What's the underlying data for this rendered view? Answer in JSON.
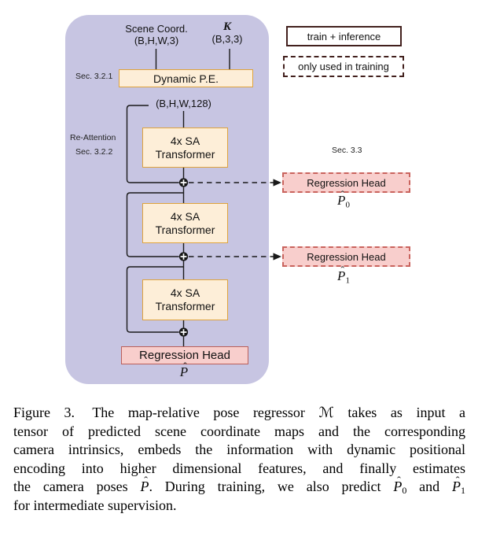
{
  "colors": {
    "panel_bg": "#c7c5e2",
    "stage_fill": "#fdeed8",
    "stage_border": "#dfa33c",
    "head_fill": "#f8cecc",
    "head_border_dashed": "#c9635d",
    "head_border_solid": "#bc5f5a",
    "legend_border": "#42201d",
    "wire": "#1a1a1a"
  },
  "legend": {
    "train_inference": "train + inference",
    "train_only": "only used in training"
  },
  "panel": {
    "scene_coord_label": "Scene Coord.",
    "scene_coord_shape": "(B,H,W,3)",
    "intrinsics_label": "K",
    "intrinsics_shape": "(B,3,3)",
    "sec_pe": "Sec. 3.2.1",
    "re_attention": "Re-Attention",
    "sec_re_attention": "Sec. 3.2.2",
    "sec_heads": "Sec. 3.3",
    "dynamic_pe": "Dynamic P.E.",
    "feature_shape": "(B,H,W,128)",
    "sa_line1": "4x SA",
    "sa_line2": "Transformer",
    "regression_head": "Regression Head",
    "p_base": "P",
    "hat": "ˆ",
    "sub0": "0",
    "sub1": "1"
  },
  "caption": {
    "line1_a": "Figure 3.",
    "line1_b": "The map-relative pose regressor",
    "line1_m": "ℳ",
    "line1_c": "takes as input a",
    "line2": "tensor of predicted scene coordinate maps and the corresponding",
    "line3": "camera intrinsics, embeds the information with dynamic positional",
    "line4": "encoding into higher dimensional features, and finally estimates",
    "line5_a": "the camera poses",
    "line5_b": ". During training, we also predict",
    "line5_c": "and",
    "line6": "for intermediate supervision.",
    "p_base": "P",
    "hat": "ˆ",
    "sub0": "0",
    "sub1": "1"
  }
}
